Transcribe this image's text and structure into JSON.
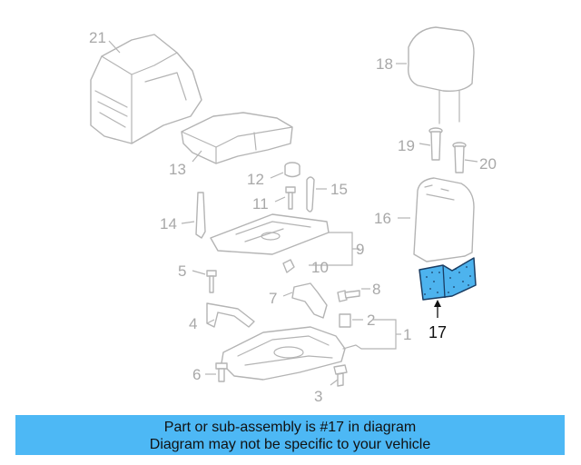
{
  "diagram": {
    "labels": {
      "p1": "1",
      "p2": "2",
      "p3": "3",
      "p4": "4",
      "p5": "5",
      "p6": "6",
      "p7": "7",
      "p8": "8",
      "p9": "9",
      "p10": "10",
      "p11": "11",
      "p12": "12",
      "p13": "13",
      "p14": "14",
      "p15": "15",
      "p16": "16",
      "p18": "18",
      "p19": "19",
      "p20": "20",
      "p21": "21"
    },
    "highlight": {
      "label": "17",
      "color": "#4db3ee"
    }
  },
  "banner": {
    "line1": "Part or sub-assembly is #17 in diagram",
    "line2": "Diagram may not be specific to your vehicle",
    "background": "#4db8f5"
  }
}
